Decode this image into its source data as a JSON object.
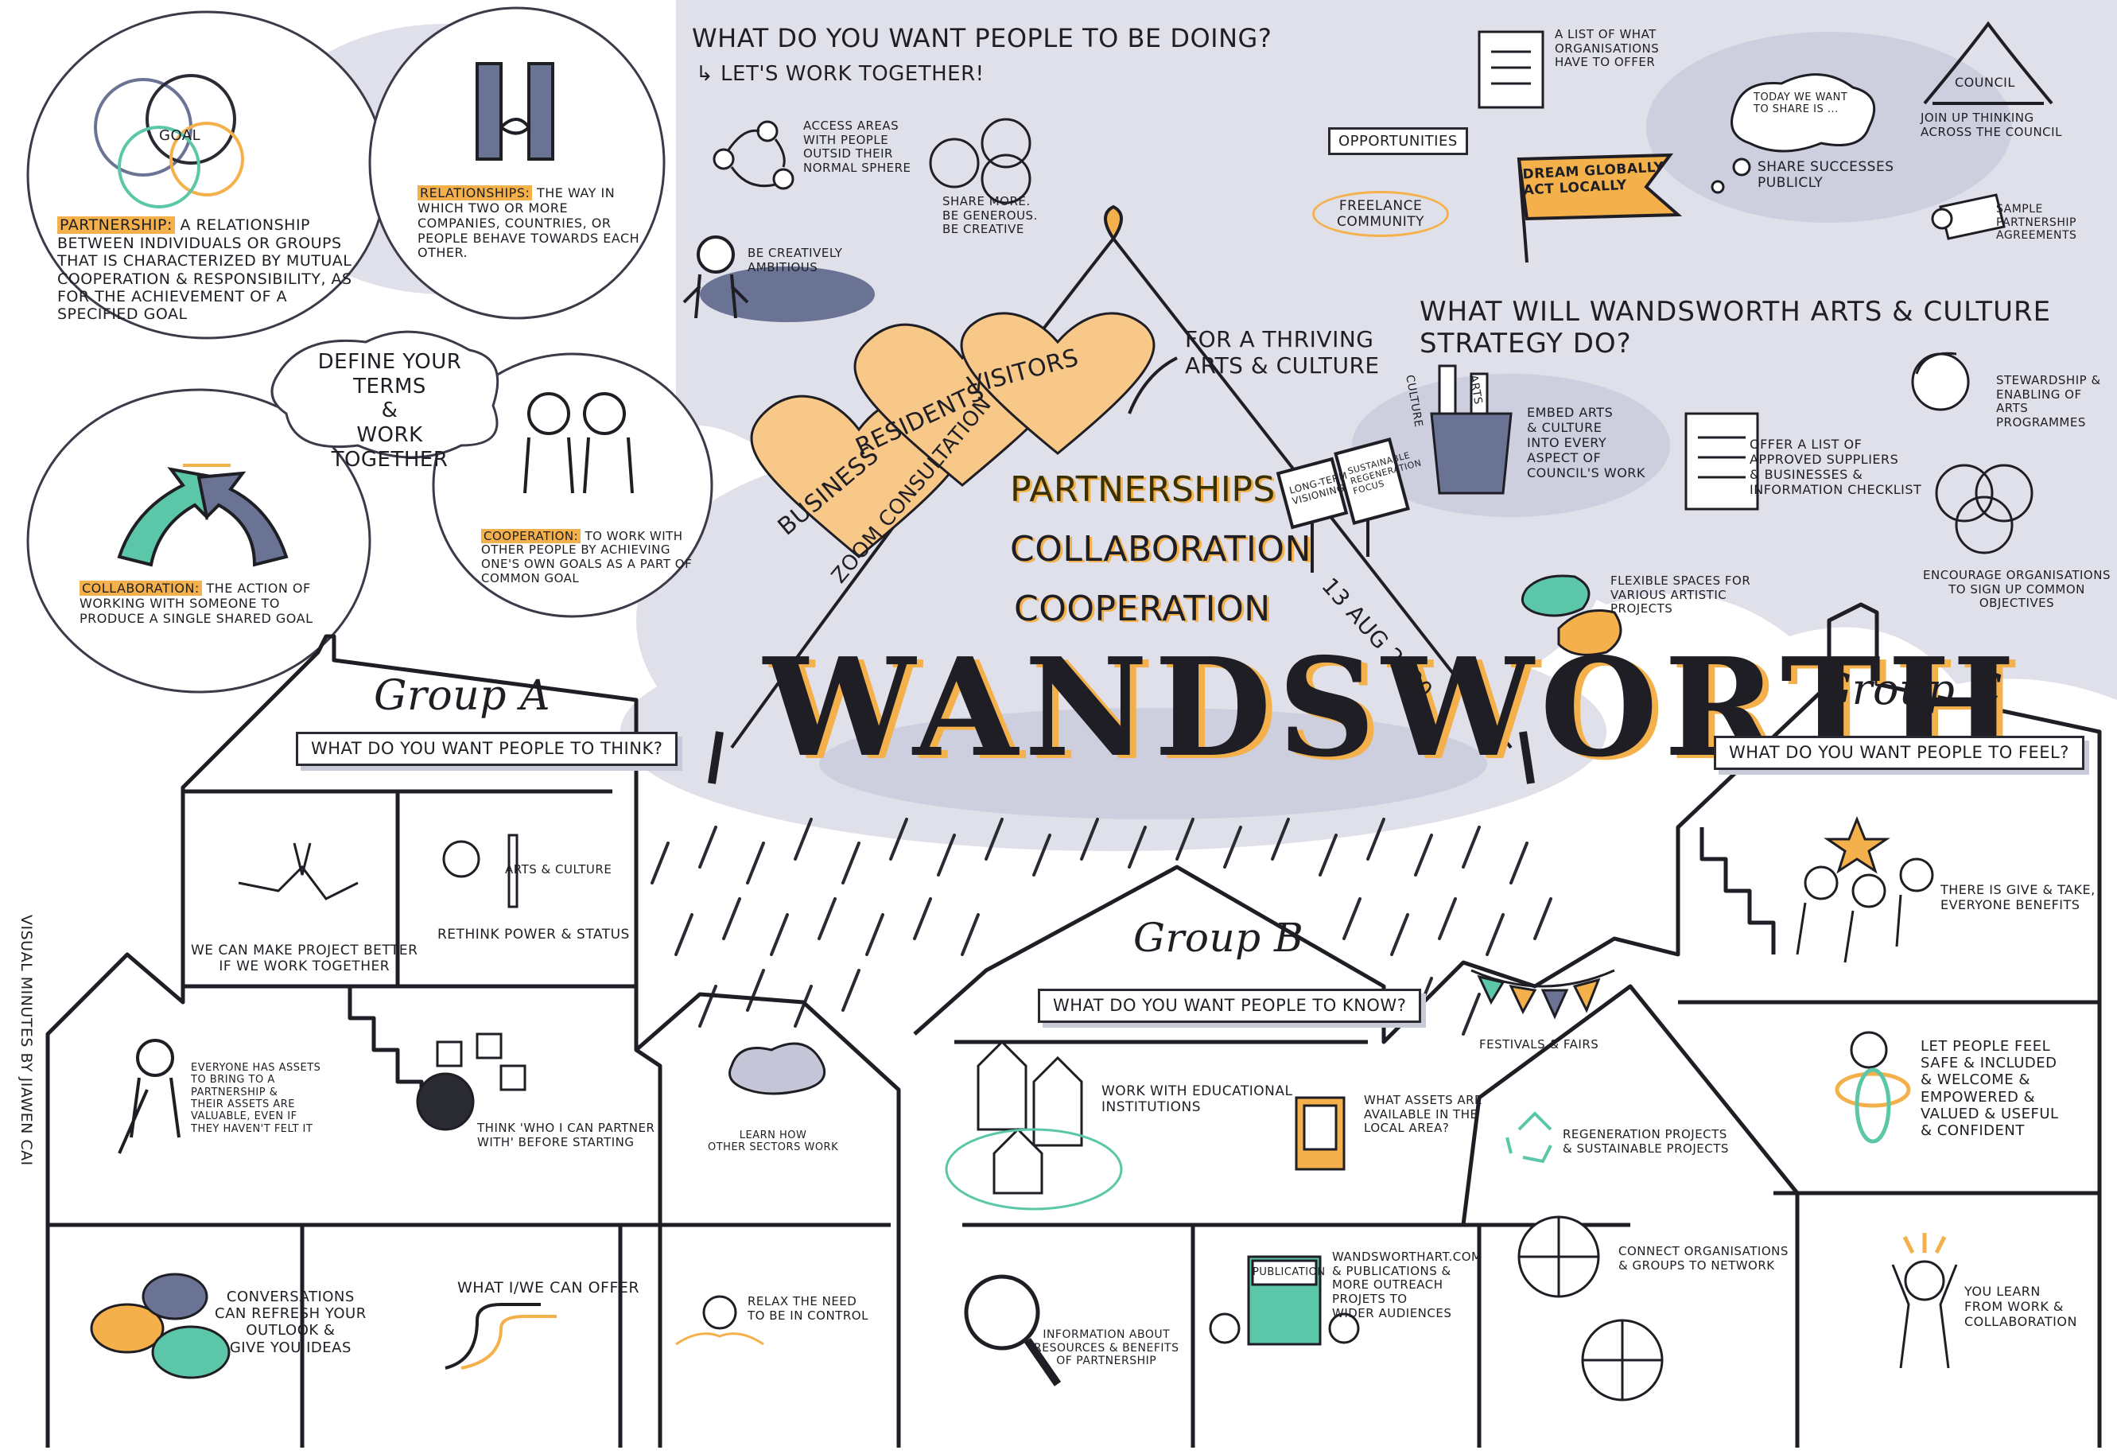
{
  "colors": {
    "ink": "#1e1e24",
    "orange": "#f4b14b",
    "teal": "#5cc7a8",
    "slate": "#6b7395",
    "cloud": "#dfe0ea",
    "cloud_dark": "#c4c6d8"
  },
  "title": "WANDSWORTH",
  "tent": {
    "line1": "PARTNERSHIPS",
    "line2": "COLLABORATION",
    "line3": "COOPERATION",
    "left_rope": "ZOOM CONSULTATION",
    "right_rope": "13 AUG 2020",
    "thriving": "FOR A THRIVING\nARTS & CULTURE",
    "sign1": "LONG-TERM\nVISIONING",
    "sign2": "SUSTAINABLE\nREGENERATION\nFOCUS"
  },
  "hearts": {
    "h1": "BUSINESS",
    "h2": "RESIDENTS",
    "h3": "VISITORS"
  },
  "defs": {
    "partnership_term": "PARTNERSHIP:",
    "partnership_text": " A RELATIONSHIP BETWEEN INDIVIDUALS OR GROUPS THAT IS CHARACTERIZED BY MUTUAL COOPERATION & RESPONSIBILITY, AS FOR THE ACHIEVEMENT OF A SPECIFIED GOAL",
    "goal": "GOAL",
    "relationships_term": "RELATIONSHIPS:",
    "relationships_text": " THE WAY IN WHICH TWO OR MORE COMPANIES, COUNTRIES, OR PEOPLE BEHAVE TOWARDS EACH OTHER.",
    "collab_term": "COLLABORATION:",
    "collab_text": " THE ACTION OF WORKING WITH SOMEONE TO PRODUCE A SINGLE SHARED GOAL",
    "coop_term": "COOPERATION:",
    "coop_text": " TO WORK WITH OTHER PEOPLE BY ACHIEVING ONE'S OWN GOALS AS A PART OF COMMON GOAL",
    "define": "DEFINE YOUR TERMS\n&\nWORK TOGETHER"
  },
  "doing": {
    "title": "WHAT DO YOU WANT PEOPLE TO BE DOING?",
    "subtitle": "↳ LET'S WORK TOGETHER!",
    "access": "ACCESS AREAS\nWITH PEOPLE\nOUTSID THEIR\nNORMAL SPHERE",
    "share": "SHARE MORE.\nBE GENEROUS.\nBE CREATIVE",
    "ambitious": "BE CREATIVELY\nAMBITIOUS"
  },
  "topright": {
    "list": "A LIST OF WHAT\nORGANISATIONS\nHAVE TO OFFER",
    "opportunities": "OPPORTUNITIES",
    "freelance": "FREELANCE\nCOMMUNITY",
    "dream": "DREAM GLOBALLY\nACT LOCALLY",
    "today": "TODAY WE WANT\nTO SHARE IS ...",
    "share_success": "SHARE SUCCESSES\nPUBLICLY",
    "council": "COUNCIL",
    "join": "JOIN UP THINKING\nACROSS THE COUNCIL",
    "sample": "SAMPLE PARTNERSHIP\nAGREEMENTS"
  },
  "strategy": {
    "title": "WHAT WILL WANDSWORTH ARTS & CULTURE STRATEGY DO?",
    "bin1": "CULTURE",
    "bin2": "ARTS",
    "embed": "EMBED ARTS\n& CULTURE\nINTO EVERY\nASPECT OF\nCOUNCIL'S WORK",
    "offer": "OFFER A LIST OF\nAPPROVED SUPPLIERS\n& BUSINESSES &\nINFORMATION CHECKLIST",
    "stewardship": "STEWARDSHIP &\nENABLING OF ARTS\nPROGRAMMES",
    "encourage": "ENCOURAGE ORGANISATIONS\nTO SIGN UP COMMON OBJECTIVES",
    "flexible": "FLEXIBLE SPACES FOR\nVARIOUS ARTISTIC\nPROJECTS"
  },
  "groupA": {
    "name": "Group A",
    "question": "WHAT DO YOU WANT PEOPLE TO THINK?",
    "c1": "WE CAN MAKE PROJECT BETTER\nIF WE WORK TOGETHER",
    "arts": "ARTS & CULTURE",
    "c2": "RETHINK POWER & STATUS",
    "c3": "EVERYONE HAS ASSETS\nTO BRING TO A\nPARTNERSHIP &\nTHEIR ASSETS ARE\nVALUABLE, EVEN IF\nTHEY HAVEN'T FELT IT",
    "c4": "THINK 'WHO I CAN PARTNER\nWITH' BEFORE STARTING",
    "c5": "LEARN HOW\nOTHER SECTORS WORK",
    "c6": "CONVERSATIONS\nCAN REFRESH YOUR\nOUTLOOK &\nGIVE YOU IDEAS",
    "c7": "WHAT I/WE CAN OFFER",
    "c8": "RELAX THE NEED\nTO BE IN CONTROL"
  },
  "groupB": {
    "name": "Group B",
    "question": "WHAT DO YOU WANT PEOPLE TO KNOW?",
    "c1": "WORK WITH EDUCATIONAL\nINSTITUTIONS",
    "c2": "WHAT ASSETS ARE\nAVAILABLE IN THE\nLOCAL AREA?",
    "c3": "INFORMATION ABOUT\nRESOURCES & BENEFITS\nOF PARTNERSHIP",
    "publication": "PUBLICATION",
    "c4": "WANDSWORTHART.COM\n& PUBLICATIONS &\nMORE OUTREACH\nPROJETS TO\nWIDER AUDIENCES",
    "festivals": "FESTIVALS & FAIRS",
    "c5": "REGENERATION PROJECTS\n& SUSTAINABLE PROJECTS",
    "c6": "CONNECT ORGANISATIONS\n& GROUPS TO NETWORK"
  },
  "groupC": {
    "name": "Group C",
    "question": "WHAT DO YOU WANT PEOPLE TO FEEL?",
    "c1": "THERE IS GIVE & TAKE,\nEVERYONE BENEFITS",
    "c2": "LET PEOPLE FEEL\nSAFE & INCLUDED\n& WELCOME &\nEMPOWERED &\nVALUED & USEFUL\n& CONFIDENT",
    "c3": "YOU LEARN\nFROM WORK &\nCOLLABORATION"
  },
  "credit": "VISUAL MINUTES BY JIAWEN CAI"
}
